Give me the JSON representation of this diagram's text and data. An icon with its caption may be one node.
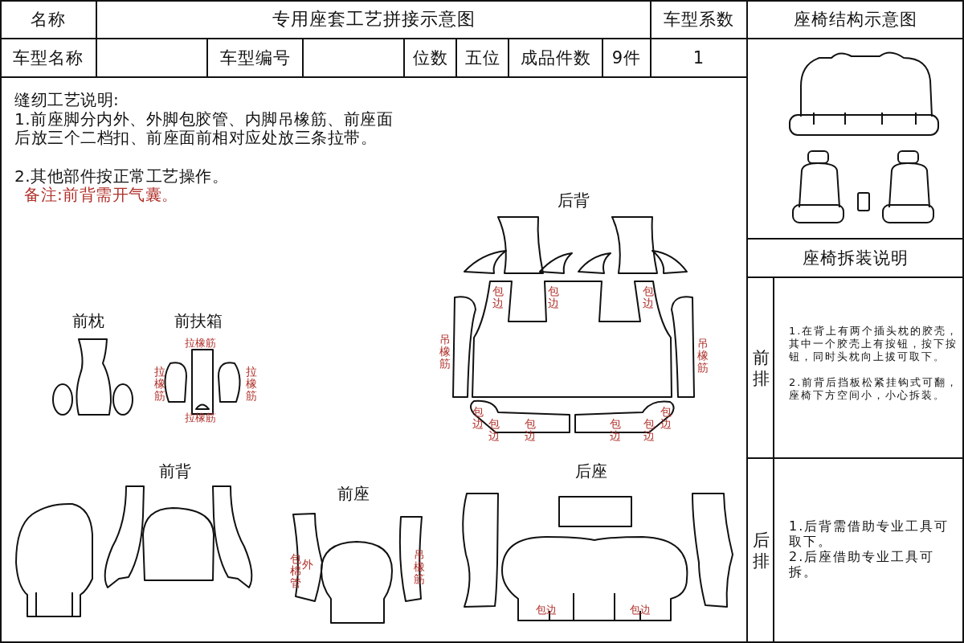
{
  "diagram": {
    "title": "专用座套工艺拼接示意图",
    "labels": [
      "名称",
      "车型系数",
      "座椅结构示意图",
      "车型名称",
      "车型编号",
      "位数",
      "五位",
      "成品件数",
      "9件",
      "1",
      "缝纫工艺说明:",
      "1.前座脚分内外、外脚包胶管、内脚吊橡筋、前座面后放三个二档扣、前座面前相对应处放三条拉带。",
      "2.其他部件按正常工艺操作。",
      "备注:前背需开气囊。",
      "后背",
      "前枕",
      "前扶箱",
      "拉橡筋",
      "拉橡筋",
      "拉橡筋",
      "拉橡筋",
      "包边",
      "包边",
      "包边",
      "吊橡筋",
      "吊橡筋",
      "包边",
      "包边",
      "包边",
      "包边",
      "包边",
      "包边",
      "前背",
      "前座",
      "后座",
      "外",
      "包棉管",
      "吊橡筋",
      "包边",
      "包边",
      "座椅拆装说明",
      "前排",
      "1.在背上有两个插头枕的胶壳，其中一个胶壳上有按钮，按下按钮，同时头枕向上拔可取下。",
      "2.前背后挡板松紧挂钩式可翻，座椅下方空间小，小心拆装。",
      "后排",
      "1.后背需借助专业工具可取下。",
      "2.后座借助专业工具可拆。"
    ]
  }
}
